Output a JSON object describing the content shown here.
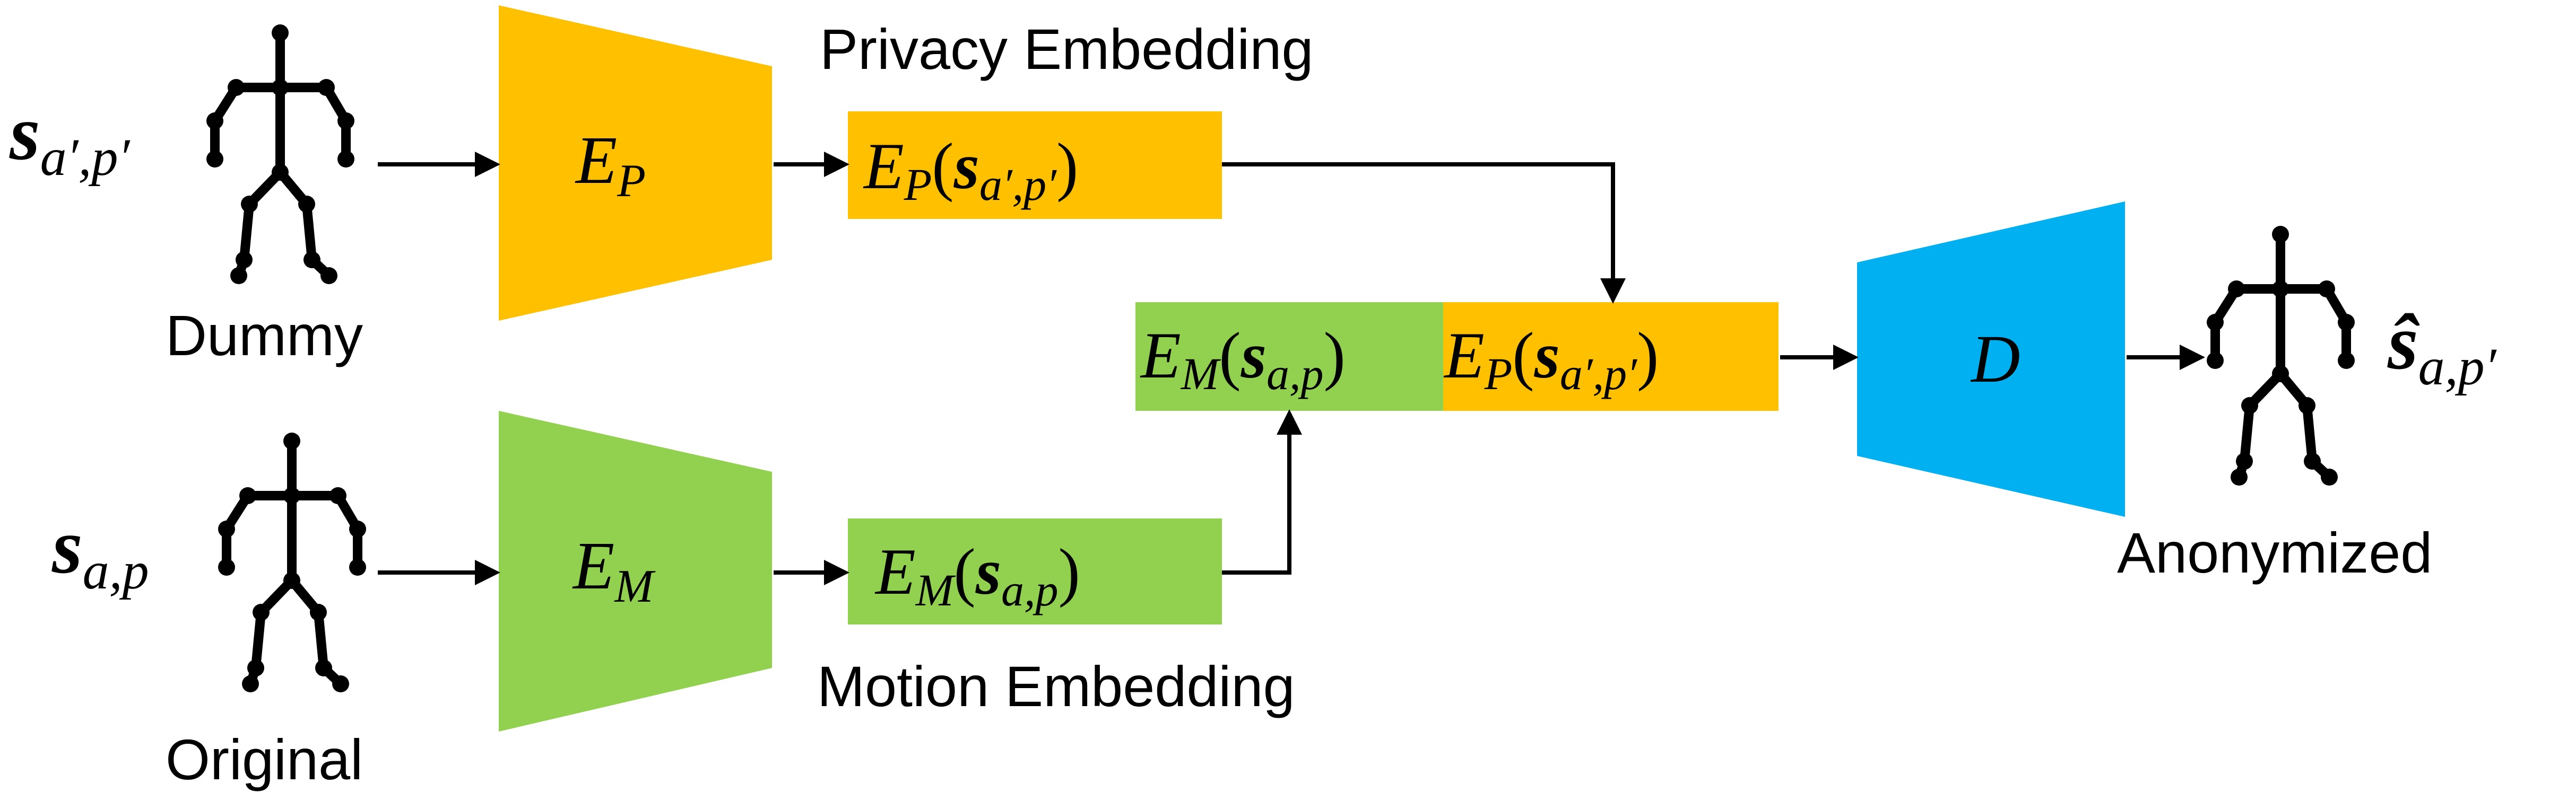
{
  "labels": {
    "privacy_embedding": "Privacy Embedding",
    "motion_embedding": "Motion Embedding",
    "dummy": "Dummy",
    "original": "Original",
    "anonymized": "Anonymized"
  },
  "inputs": {
    "dummy": {
      "var": "s",
      "sub": "a′,p′"
    },
    "original": {
      "var": "s",
      "sub": "a,p"
    },
    "output": {
      "var": "ŝ",
      "sub": "a,p′"
    }
  },
  "encoders": {
    "privacy": {
      "letter": "E",
      "sub": "P"
    },
    "motion": {
      "letter": "E",
      "sub": "M"
    },
    "decoder": {
      "letter": "D"
    }
  },
  "embeddings": {
    "privacy": {
      "letter": "E",
      "sub": "P",
      "arg_var": "s",
      "arg_sub": "a′,p′"
    },
    "motion": {
      "letter": "E",
      "sub": "M",
      "arg_var": "s",
      "arg_sub": "a,p"
    }
  },
  "colors": {
    "privacy": "#FFC000",
    "motion": "#92D050",
    "decoder": "#00B0F0",
    "line": "#000000"
  }
}
